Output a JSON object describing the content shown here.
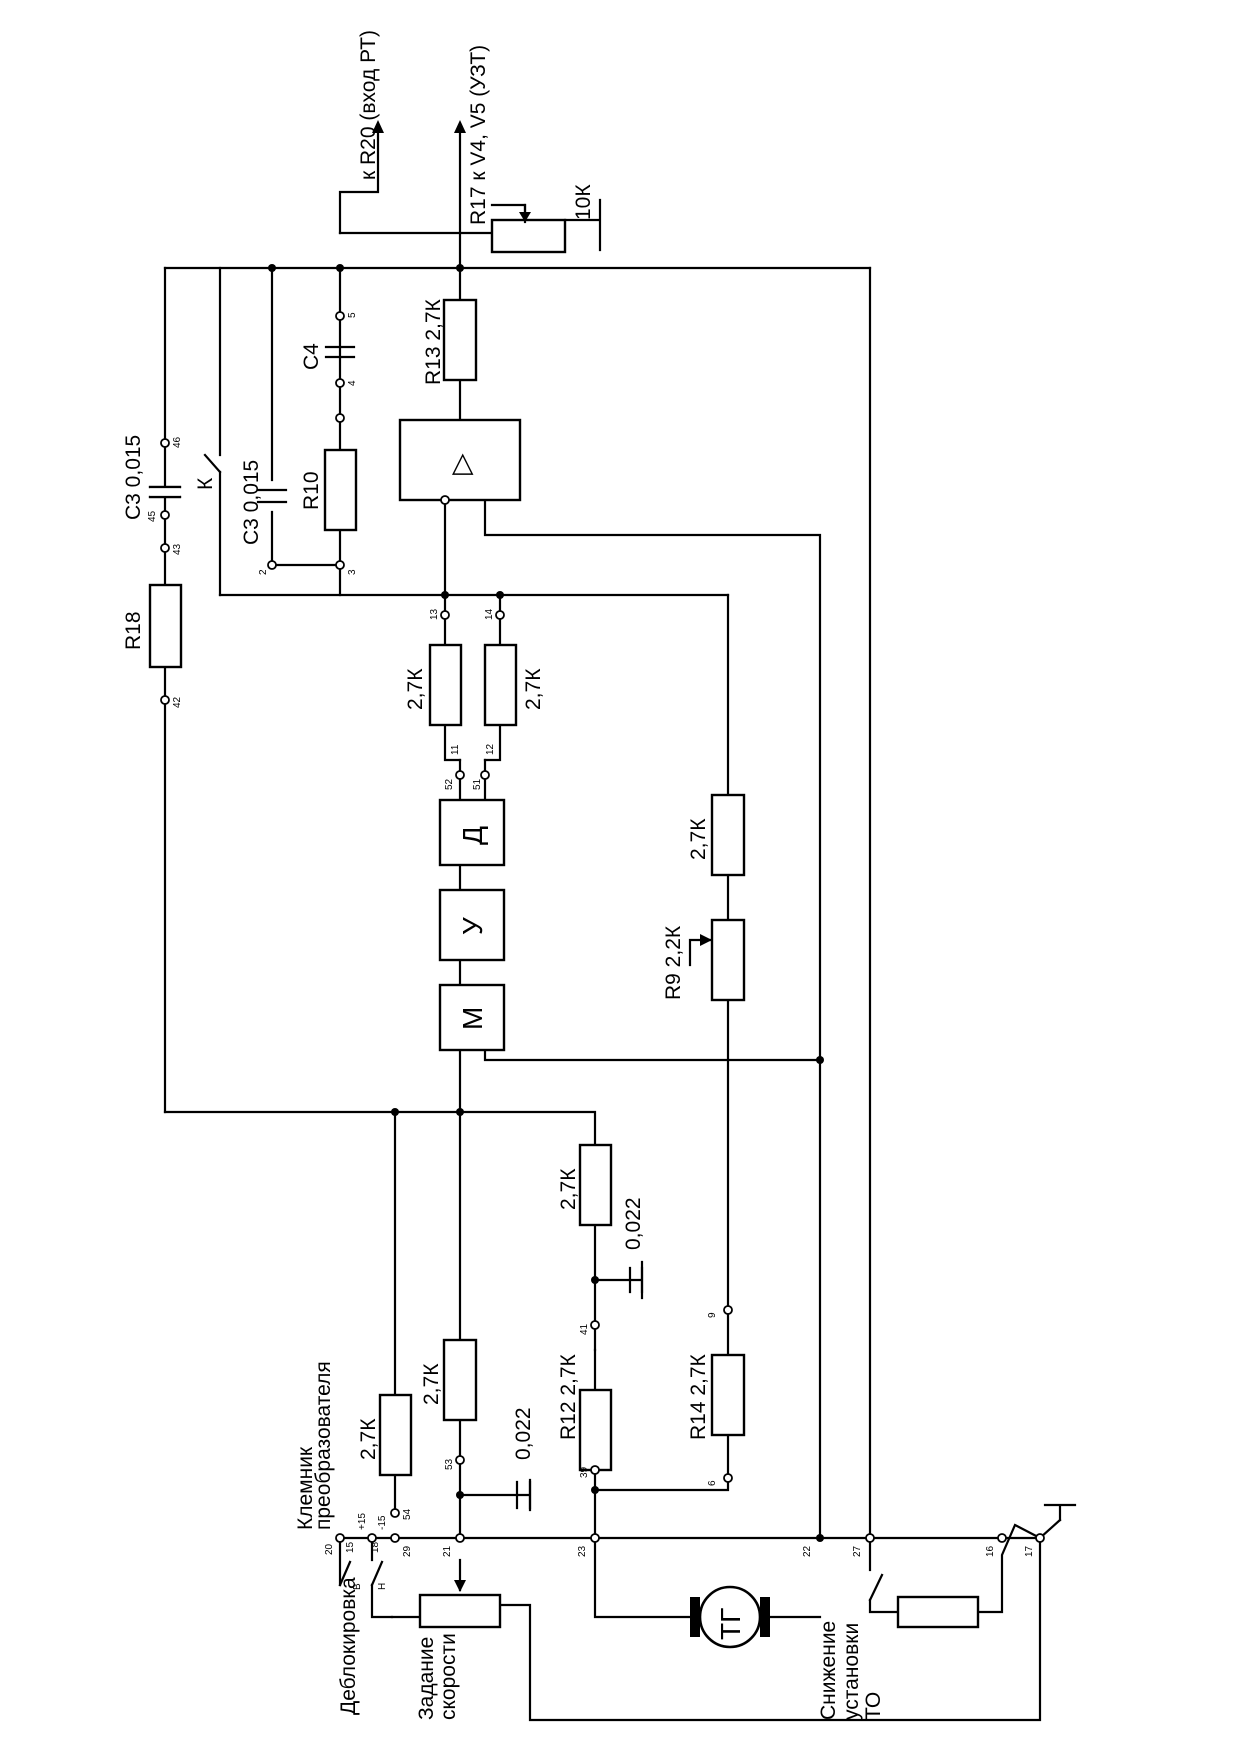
{
  "top": {
    "out_rt": "к R20 (вход РТ)",
    "out_v4": "R17 к V4, V5 (УЗТ)",
    "r17_value": "10К"
  },
  "caps": {
    "c3a": "С3 0,015",
    "c3b": "С3 0,015",
    "c4": "С4",
    "c_bot1": "0,022",
    "c_bot2": "0,022"
  },
  "switch_k": "К",
  "resistors": {
    "r10": "R10",
    "r13": "R13 2,7К",
    "r18": "R18",
    "r_pair1": "2,7К",
    "r_pair2": "2,7К",
    "r_mid": "2,7К",
    "r9": "R9  2,2К",
    "r_top_bot": "2,7К",
    "r12": "R12  2,7К",
    "r14": "R14  2,7К",
    "r_bl1": "2,7К",
    "r_bl2": "2,7К"
  },
  "blocks": {
    "m": "М",
    "u": "У",
    "d": "Д",
    "amp": "▷",
    "tg": "ТГ"
  },
  "pins": {
    "p46": "46",
    "p45": "45",
    "p43": "43",
    "p42": "42",
    "p5": "5",
    "p4": "4",
    "p2": "2",
    "p3": "3",
    "p13": "13",
    "p14": "14",
    "p11": "11",
    "p12": "12",
    "p52": "52",
    "p51": "51",
    "p41": "41",
    "p39": "39",
    "p9": "9",
    "p6": "6",
    "p53": "53",
    "p54": "54",
    "p20": "20",
    "p15": "15",
    "p18": "18",
    "p29": "29",
    "p21": "21",
    "p23": "23",
    "p22": "22",
    "p27": "27",
    "p16": "16",
    "p17": "17",
    "pplus15": "+15",
    "pminus15": "-15",
    "pv": "В",
    "ph": "Н"
  },
  "labels": {
    "klemnik": "Клемник",
    "preobraz": "преобразователя",
    "deblok": "Деблокировка",
    "zadanie1": "Задание",
    "zadanie2": "скорости",
    "snizh1": "Снижение",
    "snizh2": "установки",
    "snizh3": "ТО"
  }
}
